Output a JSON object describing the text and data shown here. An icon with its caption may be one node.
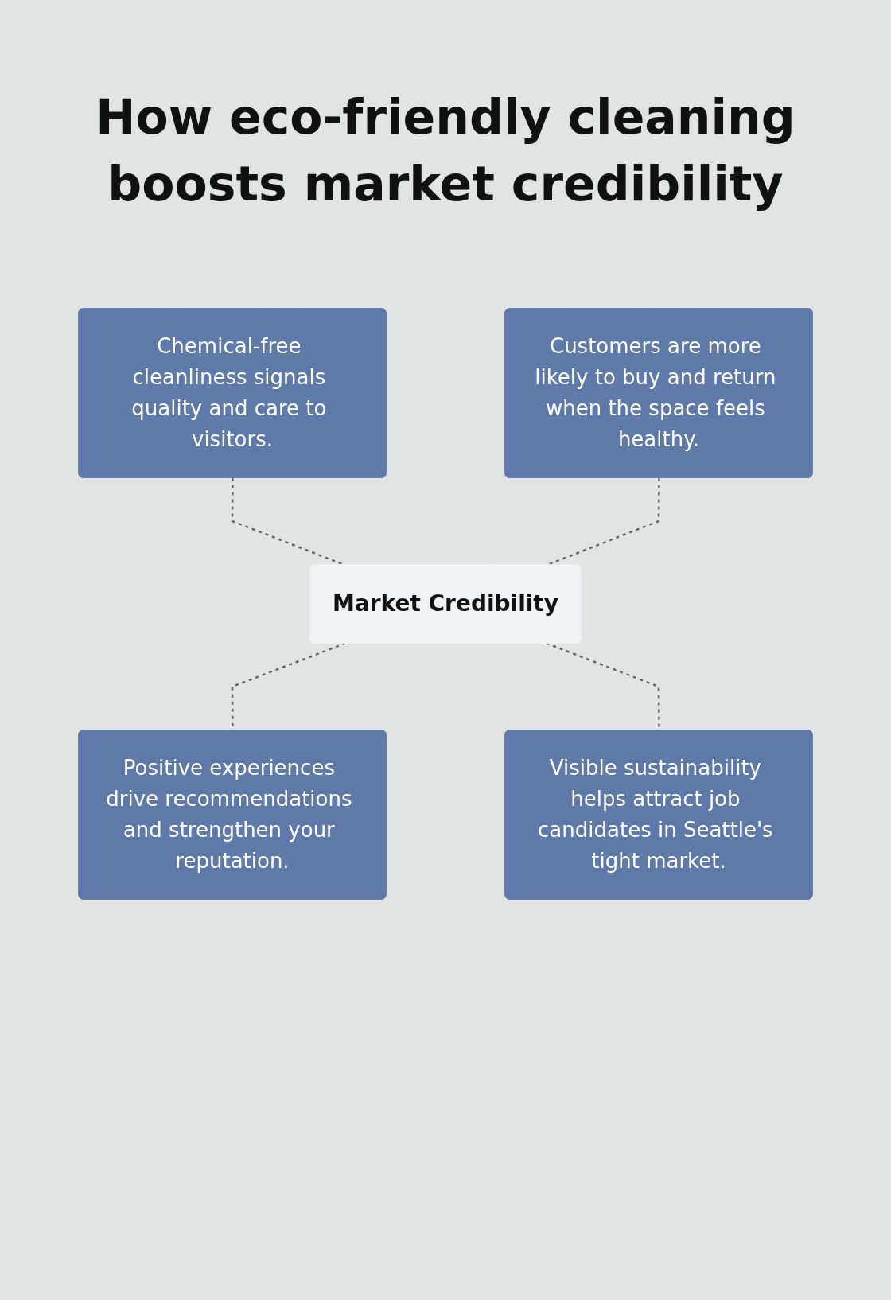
{
  "diagram": {
    "title": "How eco-friendly cleaning boosts market credibility",
    "nodes": [
      {
        "text": [
          "Chemical-free cleanliness signals quality and care to visitors."
        ]
      },
      {
        "text": [
          "Customers are more likely to buy and return when the space feels healthy."
        ]
      },
      {
        "text": [
          "Market Credibility"
        ]
      },
      {
        "text": [
          "Positive experiences drive recommendations and strengthen your reputation."
        ]
      },
      {
        "text": [
          "Visible sustainability helps attract job candidates in Seattle's tight market."
        ]
      }
    ],
    "edges": [
      {
        "from": 0,
        "to": 2,
        "arrow": "none",
        "style": "dashed"
      },
      {
        "from": 1,
        "to": 2,
        "arrow": "none",
        "style": "dashed"
      },
      {
        "from": 2,
        "to": 3,
        "arrow": "none",
        "style": "dashed"
      },
      {
        "from": 2,
        "to": 4,
        "arrow": "none",
        "style": "dashed"
      }
    ]
  }
}
